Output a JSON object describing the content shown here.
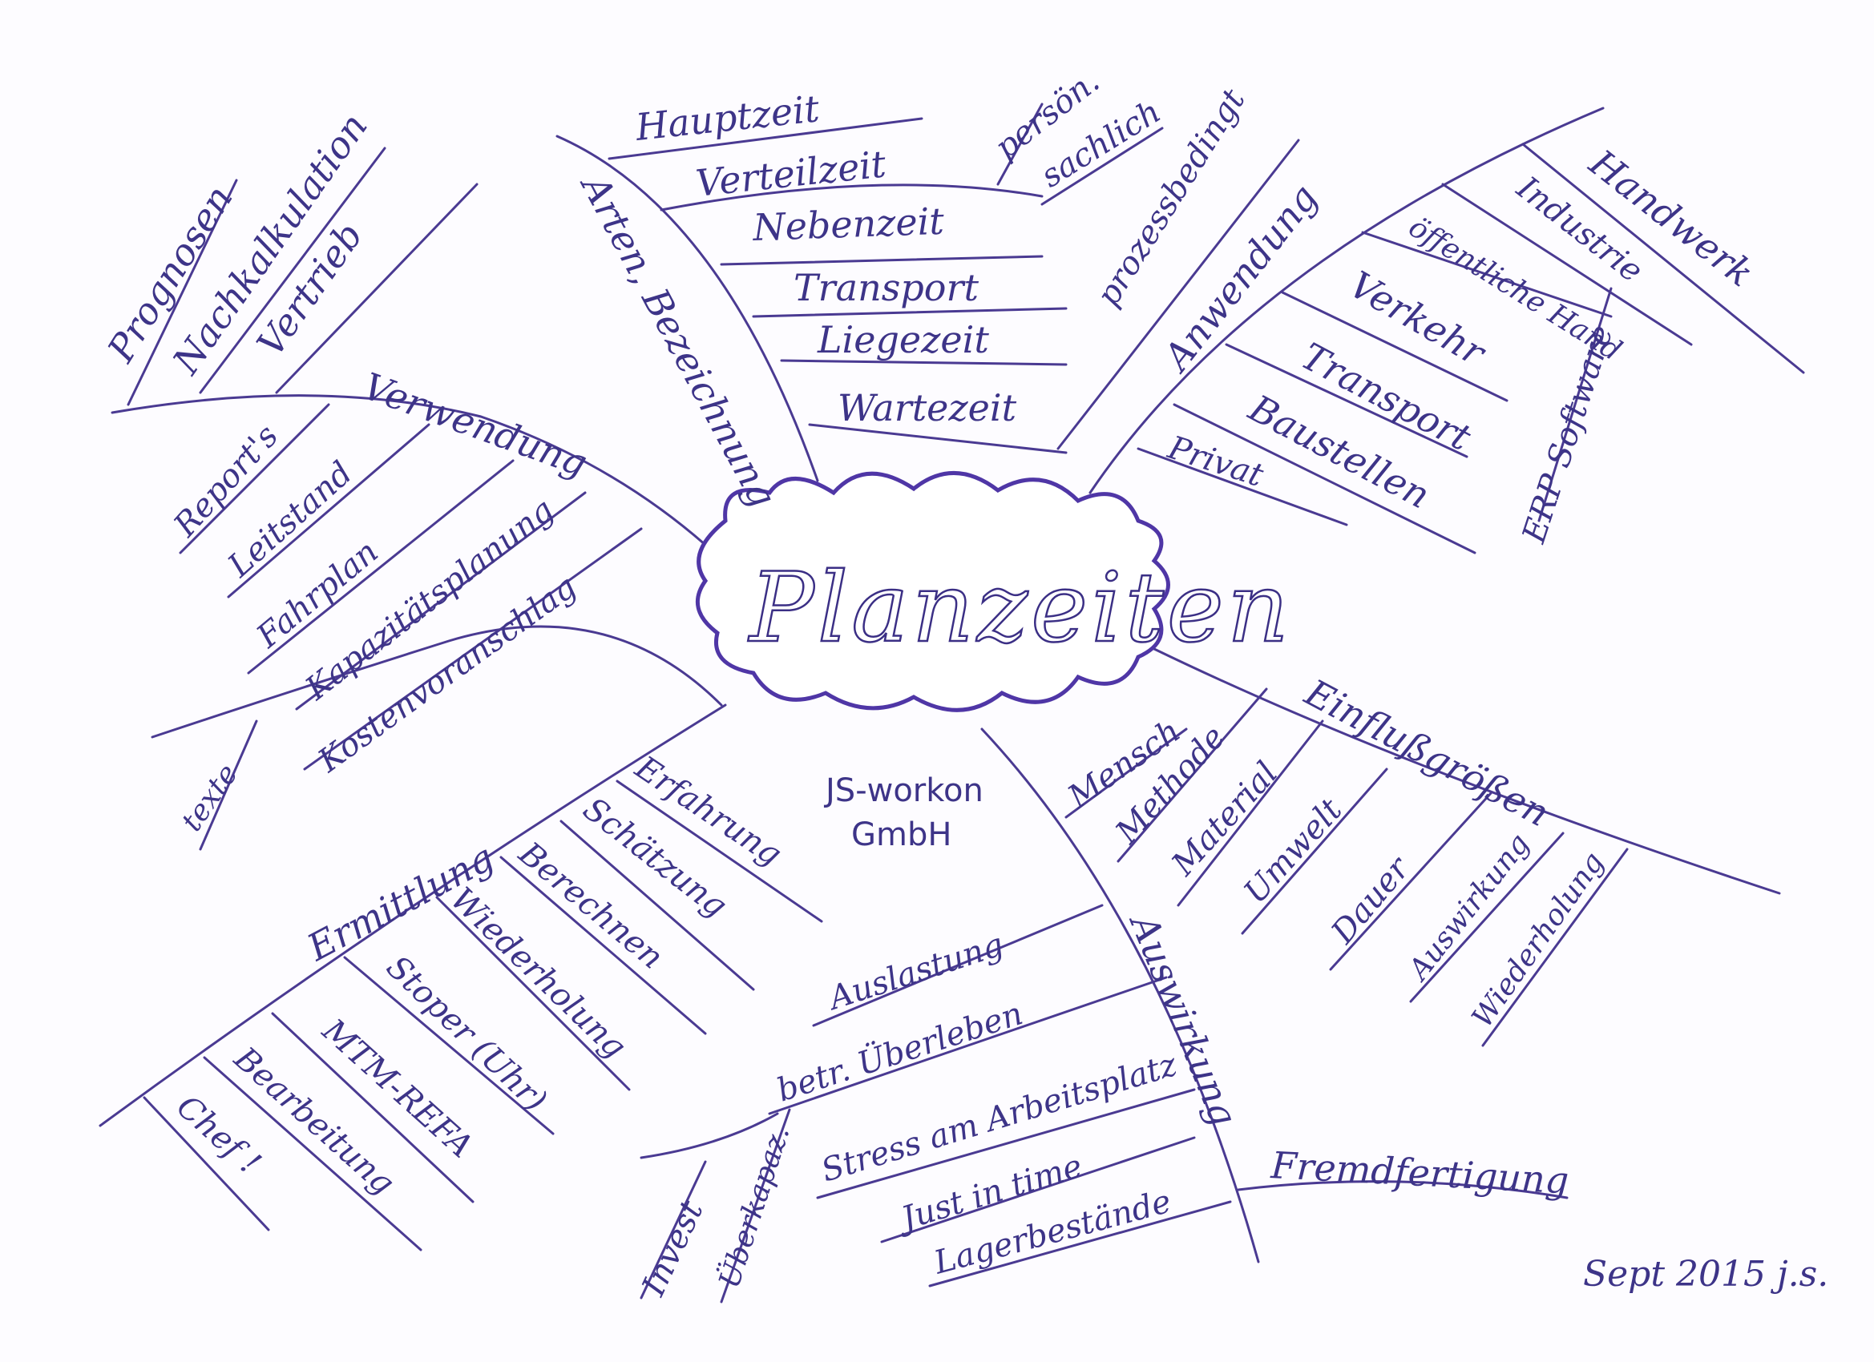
{
  "title": "Planzeiten",
  "company": [
    "JS-workon",
    "GmbH"
  ],
  "signature": "Sept 2015 j.s.",
  "colors": {
    "ink": "#4a3a92",
    "text": "#3d3488",
    "paper": "#fdfcff"
  },
  "labels": {
    "prognosen": "Prognosen",
    "nachkalkulation": "Nachkalkulation",
    "vertrieb": "Vertrieb",
    "verwendung": "Verwendung",
    "reports": "Report's",
    "leitstand": "Leitstand",
    "fahrplan": "Fahrplan",
    "kapazitaetsplanung": "Kapazitätsplanung",
    "kostenvoranschlag": "Kostenvoranschlag",
    "texte": "texte",
    "hauptzeit": "Hauptzeit",
    "verteilzeit": "Verteilzeit",
    "persoen": "persön.",
    "sachlich": "sachlich",
    "nebenzeit": "Nebenzeit",
    "transport_top": "Transport",
    "liegezeit": "Liegezeit",
    "wartezeit": "Wartezeit",
    "arten": "Arten, Bezeichnung",
    "prozessbedingt": "prozessbedingt",
    "anwendung": "Anwendung",
    "handwerk": "Handwerk",
    "industrie": "Industrie",
    "oeffentliche_hand": "öffentliche Hand",
    "verkehr": "Verkehr",
    "transport_right": "Transport",
    "baustellen": "Baustellen",
    "privat": "Privat",
    "erp_software": "ERP Software",
    "einflussgroessen": "Einflußgrößen",
    "mensch": "Mensch",
    "methode": "Methode",
    "material": "Material",
    "umwelt": "Umwelt",
    "dauer": "Dauer",
    "auswirkung_right": "Auswirkung",
    "wiederholung_right": "Wiederholung",
    "auswirkung": "Auswirkung",
    "auslastung": "Auslastung",
    "betr_ueberleben": "betr. Überleben",
    "stress": "Stress am Arbeitsplatz",
    "just_in_time": "Just in time",
    "lagerbestaende": "Lagerbestände",
    "fremdfertigung": "Fremdfertigung",
    "invest": "Invest",
    "ueberkapaz": "Überkapaz.",
    "ermittlung": "Ermittlung",
    "erfahrung": "Erfahrung",
    "schaetzung": "Schätzung",
    "berechnen": "Berechnen",
    "wiederholung_left": "Wiederholung",
    "stopper": "Stoper (Uhr)",
    "mtm_refa": "MTM-REFA",
    "bearbeitung": "Bearbeitung",
    "chef": "Chef !"
  }
}
